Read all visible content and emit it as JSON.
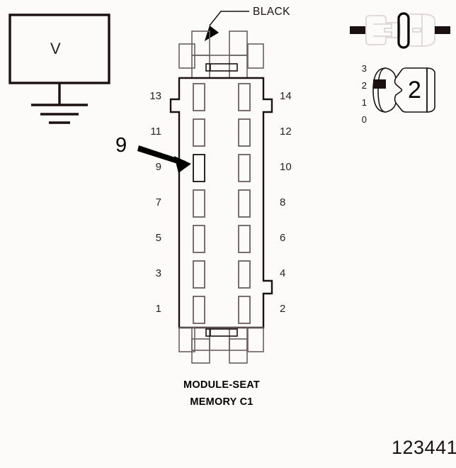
{
  "figure": {
    "id_number": "123441",
    "caption_line1": "MODULE-SEAT",
    "caption_line2": "MEMORY C1"
  },
  "meter": {
    "symbol_letter": "V",
    "name": "voltmeter",
    "ground_symbol": "earth-ground"
  },
  "wire_callout": {
    "label": "BLACK",
    "points_to": "connector-top-latch"
  },
  "pin_callout": {
    "label": "9",
    "points_to": "pin-slot-9"
  },
  "connector": {
    "name": "MODULE-SEAT MEMORY C1",
    "pin_count": 14,
    "left_pins": [
      "13",
      "11",
      "9",
      "7",
      "5",
      "3",
      "1"
    ],
    "right_pins": [
      "14",
      "12",
      "10",
      "8",
      "6",
      "4",
      "2"
    ]
  },
  "inset_connector_pair": {
    "name": "mated-connector-pair",
    "highlight": "seal-ring"
  },
  "cavity_detail": {
    "number": "2",
    "scale_labels": [
      "3",
      "2",
      "1",
      "0"
    ],
    "marker_at": "2"
  },
  "colors": {
    "line": "#1a1110",
    "thin_line": "#6b5f5f",
    "ghost_line": "#e2d9d9",
    "background": "#fdfbfa",
    "arrow": "#000000"
  }
}
